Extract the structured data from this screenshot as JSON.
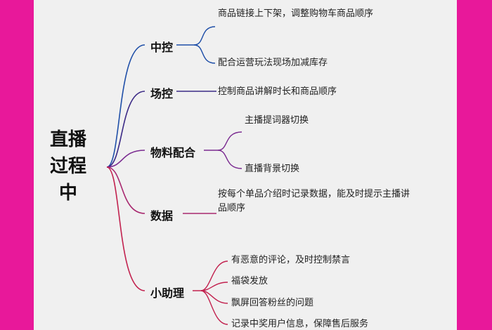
{
  "root": {
    "line1": "直播",
    "line2": "过程",
    "line3": "中"
  },
  "branches": [
    {
      "label": "中控",
      "color": "#1f4fa8",
      "leaves": [
        "商品链接上下架，调整购物车商品顺序",
        "配合运营玩法现场加减库存"
      ]
    },
    {
      "label": "场控",
      "color": "#3b2a86",
      "leaves": [
        "控制商品讲解时长和商品顺序"
      ]
    },
    {
      "label": "物料配合",
      "color": "#7a2a90",
      "leaves": [
        "主播提词器切换",
        "直播背景切换"
      ]
    },
    {
      "label": "数据",
      "color": "#a8286f",
      "leaves": [
        "按每个单品介绍时记录数据，能及时提示主播讲",
        "品顺序"
      ]
    },
    {
      "label": "小助理",
      "color": "#c2224f",
      "leaves": [
        "有恶意的评论，及时控制禁言",
        "福袋发放",
        "飘屏回答粉丝的问题",
        "记录中奖用户信息，保障售后服务"
      ]
    }
  ]
}
